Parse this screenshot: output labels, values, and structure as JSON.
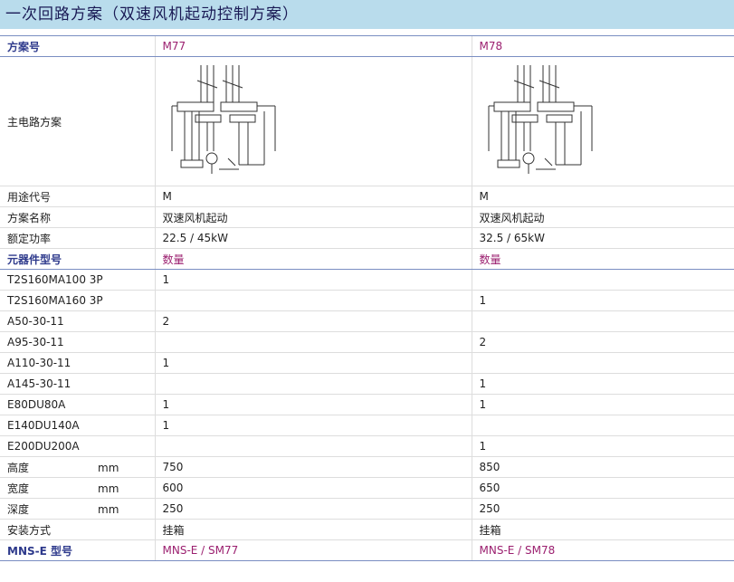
{
  "title": "一次回路方案（双速风机起动控制方案）",
  "header": {
    "label": "方案号",
    "schemes": [
      "M77",
      "M78"
    ]
  },
  "diagram_row": {
    "label": "主电路方案"
  },
  "info_rows": [
    {
      "label": "用途代号",
      "values": [
        "M",
        "M"
      ]
    },
    {
      "label": "方案名称",
      "values": [
        "双速风机起动",
        "双速风机起动"
      ]
    },
    {
      "label": "额定功率",
      "values": [
        "22.5 / 45kW",
        "32.5 / 65kW"
      ]
    }
  ],
  "components_header": {
    "label": "元器件型号",
    "values": [
      "数量",
      "数量"
    ]
  },
  "component_rows": [
    {
      "label": "T2S160MA100 3P",
      "values": [
        "1",
        ""
      ]
    },
    {
      "label": "T2S160MA160 3P",
      "values": [
        "",
        "1"
      ]
    },
    {
      "label": "A50-30-11",
      "values": [
        "2",
        ""
      ]
    },
    {
      "label": "A95-30-11",
      "values": [
        "",
        "2"
      ]
    },
    {
      "label": "A110-30-11",
      "values": [
        "1",
        ""
      ]
    },
    {
      "label": "A145-30-11",
      "values": [
        "",
        "1"
      ]
    },
    {
      "label": "E80DU80A",
      "values": [
        "1",
        "1"
      ]
    },
    {
      "label": "E140DU140A",
      "values": [
        "1",
        ""
      ]
    },
    {
      "label": "E200DU200A",
      "values": [
        "",
        "1"
      ]
    }
  ],
  "dimension_rows": [
    {
      "label": "高度",
      "unit": "mm",
      "values": [
        "750",
        "850"
      ]
    },
    {
      "label": "宽度",
      "unit": "mm",
      "values": [
        "600",
        "650"
      ]
    },
    {
      "label": "深度",
      "unit": "mm",
      "values": [
        "250",
        "250"
      ]
    }
  ],
  "install_row": {
    "label": "安装方式",
    "values": [
      "挂箱",
      "挂箱"
    ]
  },
  "footer": {
    "label": "MNS-E  型号",
    "values": [
      "MNS-E / SM77",
      "MNS-E / SM78"
    ]
  },
  "colors": {
    "banner": "#b9dcec",
    "header_label": "#2e3a8c",
    "header_value": "#9b1f6f",
    "rule": "#7a8ec2"
  }
}
